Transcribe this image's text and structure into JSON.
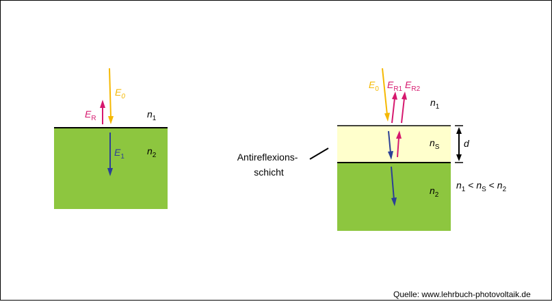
{
  "left": {
    "e0": {
      "sym": "E",
      "sub": "0"
    },
    "er": {
      "sym": "E",
      "sub": "R"
    },
    "e1": {
      "sym": "E",
      "sub": "1"
    },
    "n1": {
      "sym": "n",
      "sub": "1"
    },
    "n2": {
      "sym": "n",
      "sub": "2"
    }
  },
  "right": {
    "e0": {
      "sym": "E",
      "sub": "0"
    },
    "er1": {
      "sym": "E",
      "sub": "R1"
    },
    "er2": {
      "sym": "E",
      "sub": "R2"
    },
    "n1": {
      "sym": "n",
      "sub": "1"
    },
    "ns": {
      "sym": "n",
      "sub": "S"
    },
    "n2": {
      "sym": "n",
      "sub": "2"
    },
    "d": "d",
    "layer_label_line1": "Antireflexions-",
    "layer_label_line2": "schicht",
    "relation": {
      "a": "n",
      "a_sub": "1",
      "op1": " < ",
      "b": "n",
      "b_sub": "S",
      "op2": " < ",
      "c": "n",
      "c_sub": "2"
    }
  },
  "source": "Quelle: www.lehrbuch-photovoltaik.de",
  "colors": {
    "substrate": "#8dc63f",
    "coating": "#ffffcc",
    "incident": "#f5b800",
    "reflected": "#d6186e",
    "transmitted": "#2b3f96",
    "text": "#000000"
  }
}
